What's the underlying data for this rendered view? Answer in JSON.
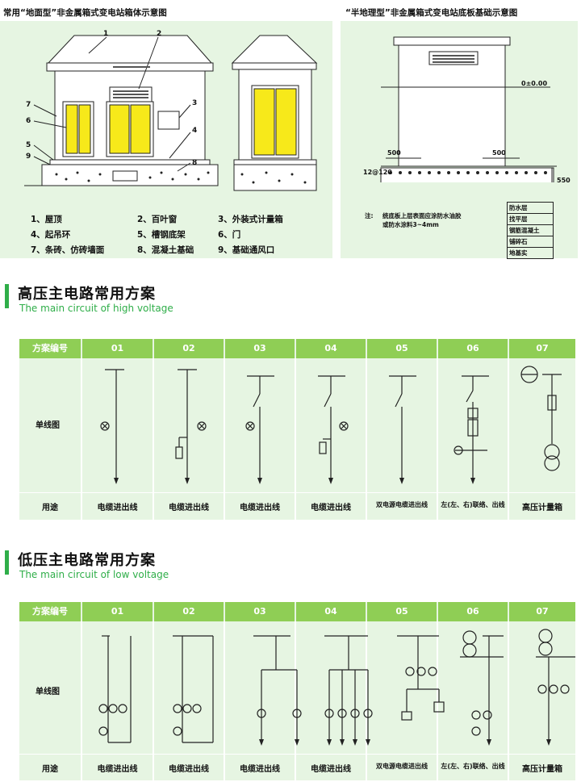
{
  "top_left": {
    "title": "常用“地面型”非金属箱式变电站箱体示意图",
    "callouts": [
      "1",
      "2",
      "3",
      "4",
      "5",
      "6",
      "7",
      "8",
      "9"
    ],
    "legend": [
      [
        "1、屋顶",
        "2、百叶窗",
        "3、外装式计量箱"
      ],
      [
        "4、起吊环",
        "5、槽钢底架",
        "6、门"
      ],
      [
        "7、条砖、仿砖墙面",
        "8、混凝土基础",
        "9、基础通风口"
      ]
    ]
  },
  "top_right": {
    "title": "“半地理型”非金属箱式变电站底板基础示意图",
    "level_mark": "0±0.00",
    "dims": [
      "500",
      "500",
      "550"
    ],
    "base_mark": "12@120",
    "note_prefix": "注:",
    "note_lines": [
      "统底板上层表面应涂防水油胶",
      "或防水涂料3~4mm"
    ],
    "layers": [
      "防水层",
      "找平层",
      "钢筋混凝土",
      "铺碎石",
      "地基实"
    ]
  },
  "hv": {
    "title": "高压主电路常用方案",
    "subtitle": "The main circuit of high voltage",
    "header_label": "方案编号",
    "cols": [
      "01",
      "02",
      "03",
      "04",
      "05",
      "06",
      "07"
    ],
    "row_diagram": "单线图",
    "row_use": "用途",
    "uses": [
      "电缆进出线",
      "电缆进出线",
      "电缆进出线",
      "电缆进出线",
      "双电源电缆进出线",
      "左(左、右)联络、出线",
      "高压计量箱"
    ]
  },
  "lv": {
    "title": "低压主电路常用方案",
    "subtitle": "The main circuit of low voltage",
    "header_label": "方案编号",
    "cols": [
      "01",
      "02",
      "03",
      "04",
      "05",
      "06",
      "07"
    ],
    "row_diagram": "单线图",
    "row_use": "用途",
    "uses": [
      "电缆进出线",
      "电缆进出线",
      "电缆进出线",
      "电缆进出线",
      "双电源电缆进出线",
      "左(左、右)联络、出线",
      "高压计量箱"
    ]
  },
  "colors": {
    "panel_bg": "#e6f5e2",
    "accent": "#2fae49",
    "header": "#8fce55",
    "door": "#f7e91a"
  }
}
